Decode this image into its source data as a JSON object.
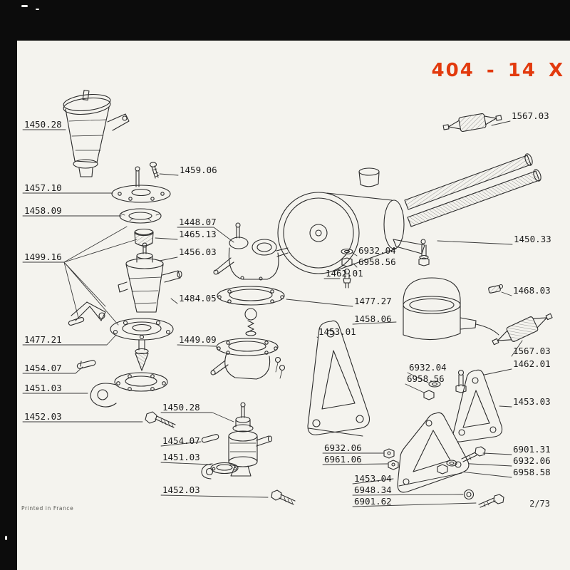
{
  "page": {
    "title": "404 - 14 X",
    "footer_left": "Printed in France",
    "page_number": "2/73",
    "title_color": "#e23a0e",
    "paper_color": "#f4f3ee",
    "ink_color": "#2b2b2b"
  },
  "part_labels": [
    "1450.28",
    "1459.06",
    "1457.10",
    "1458.09",
    "1448.07",
    "1465.13",
    "1499.16",
    "1456.03",
    "1484.05",
    "1477.21",
    "1449.09",
    "1454.07",
    "1451.03",
    "1452.03",
    "1450.28",
    "1454.07",
    "1451.03",
    "1452.03",
    "1567.03",
    "1450.33",
    "6932.04",
    "6958.56",
    "1462.01",
    "1468.03",
    "1477.27",
    "1458.06",
    "1453.01",
    "1567.03",
    "1462.01",
    "6932.04",
    "6958.56",
    "1453.03",
    "6932.06",
    "6961.06",
    "6901.31",
    "6932.06",
    "6958.58",
    "1453.04",
    "6948.34",
    "6901.62"
  ]
}
